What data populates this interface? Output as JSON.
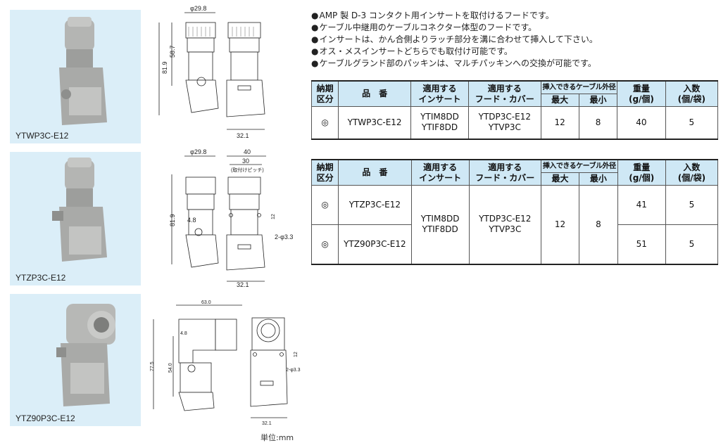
{
  "products": [
    {
      "label": "YTWP3C-E12"
    },
    {
      "label": "YTZP3C-E12"
    },
    {
      "label": "YTZ90P3C-E12"
    }
  ],
  "notes": [
    "AMP 製 D-3 コンタクト用インサートを取付けるフードです。",
    "ケーブル中継用のケーブルコネクター体型のフードです。",
    "インサートは、かん合側よりラッチ部分を溝に合わせて挿入して下さい。",
    "オス・メスインサートどちらでも取付け可能です。",
    "ケーブルグランド部のパッキンは、マルチパッキンへの交換が可能です。"
  ],
  "dims": {
    "d1": {
      "phi": "φ29.8",
      "h_total": "81.9",
      "h_upper": "58.7",
      "w_side": "32.1"
    },
    "d2": {
      "phi": "φ29.8",
      "w40": "40",
      "w30": "30",
      "pitch": "(取付けピッチ)",
      "h_total": "81.9",
      "w48": "4.8",
      "h12": "12",
      "hole": "2-φ3.3",
      "w_side": "32.1"
    },
    "d3": {
      "w63": "63.0",
      "w48": "4.8",
      "h54": "54.0",
      "h77": "77.5",
      "h12": "12",
      "hole": "2-φ3.3",
      "w_side": "32.1"
    }
  },
  "table_headers": {
    "delivery": "納期\n区分",
    "part": "品　番",
    "insert": "適用する\nインサート",
    "hood": "適用する\nフード・カバー",
    "cable": "挿入できるケーブル外径",
    "max": "最大",
    "min": "最小",
    "weight": "重量\n(g/個)",
    "qty": "入数\n(個/袋)"
  },
  "table1": {
    "rows": [
      {
        "delivery": "◎",
        "part": "YTWP3C-E12",
        "insert": "YTIM8DD\nYTIF8DD",
        "hood": "YTDP3C-E12\nYTVP3C",
        "max": "12",
        "min": "8",
        "weight": "40",
        "qty": "5"
      }
    ]
  },
  "table2": {
    "shared": {
      "insert": "YTIM8DD\nYTIF8DD",
      "hood": "YTDP3C-E12\nYTVP3C",
      "max": "12",
      "min": "8"
    },
    "rows": [
      {
        "delivery": "◎",
        "part": "YTZP3C-E12",
        "weight": "41",
        "qty": "5"
      },
      {
        "delivery": "◎",
        "part": "YTZ90P3C-E12",
        "weight": "51",
        "qty": "5"
      }
    ]
  },
  "unit_label": "単位:mm",
  "colors": {
    "photo_bg": "#dbeef8",
    "header_bg": "#cfe8f5",
    "product_gray": "#a9aaa8"
  }
}
